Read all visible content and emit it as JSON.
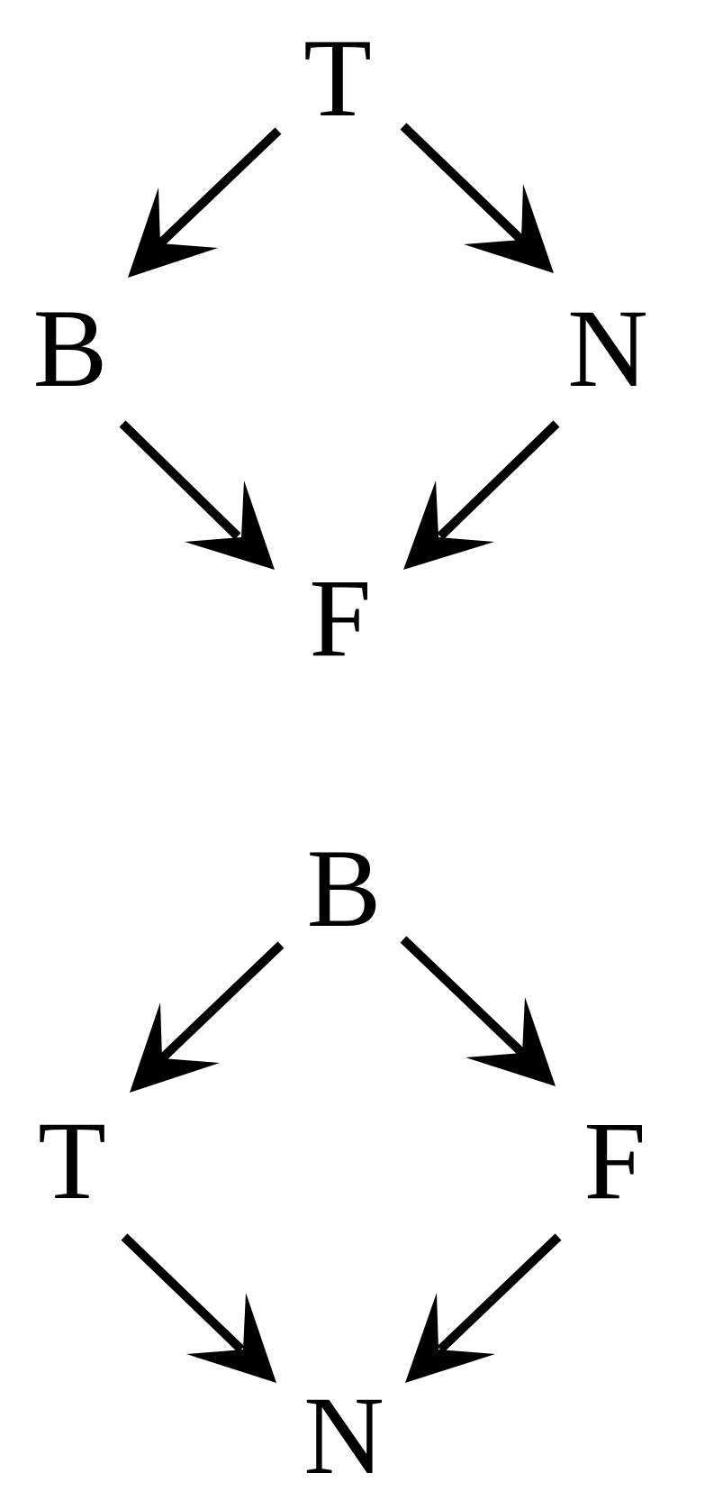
{
  "colors": {
    "background": "#ffffff",
    "ink": "#000000"
  },
  "diagrams": [
    {
      "nodes": {
        "top": "T",
        "left": "B",
        "right": "N",
        "bottom": "F"
      },
      "edges": [
        {
          "from": "T",
          "to": "B"
        },
        {
          "from": "T",
          "to": "N"
        },
        {
          "from": "B",
          "to": "F"
        },
        {
          "from": "N",
          "to": "F"
        }
      ]
    },
    {
      "nodes": {
        "top": "B",
        "left": "T",
        "right": "F",
        "bottom": "N"
      },
      "edges": [
        {
          "from": "B",
          "to": "T"
        },
        {
          "from": "B",
          "to": "F"
        },
        {
          "from": "T",
          "to": "N"
        },
        {
          "from": "F",
          "to": "N"
        }
      ]
    }
  ]
}
